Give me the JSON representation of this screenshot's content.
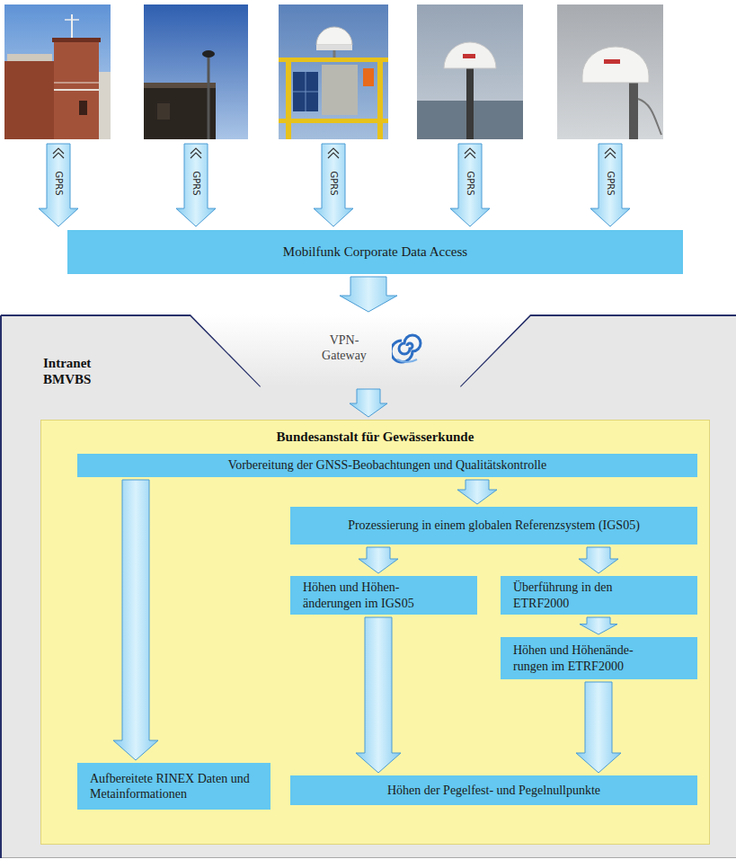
{
  "diagram": {
    "nodes": [
      {
        "text": [
          "Mobilfunk Corporate Data Access"
        ]
      },
      {
        "text": [
          "Intranet BMVBS"
        ]
      },
      {
        "text": [
          "VPN- Gateway"
        ],
        "in": 1
      },
      {
        "text": [
          "Bundesanstalt für Gewässerkunde"
        ],
        "in": 1
      },
      {
        "text": [
          "Vorbereitung der GNSS-Beobachtungen und Qualitätskontrolle"
        ],
        "in": 3
      },
      {
        "text": [
          "Prozessierung in einem globalen Referenzsystem (IGS05)"
        ],
        "in": 3
      },
      {
        "text": [
          "Höhen und Höhen- änderungen im IGS05"
        ],
        "in": 3
      },
      {
        "text": [
          "Überführung in den ETRF2000"
        ],
        "in": 3
      },
      {
        "text": [
          "Höhen und Höhenände- rungen im ETRF2000"
        ],
        "in": 3
      },
      {
        "text": [
          "Aufbereitete RINEX Daten und Metainformationen"
        ],
        "in": 3
      },
      {
        "text": [
          "Höhen der Pegelfest- und Pegelnullpunkte"
        ],
        "in": 3
      }
    ],
    "edges": [
      {
        "from": 0,
        "to": 2,
        "arrow": "to"
      },
      {
        "from": 2,
        "to": 3,
        "arrow": "to"
      },
      {
        "from": 4,
        "to": 9,
        "arrow": "to"
      },
      {
        "from": 4,
        "to": 5,
        "arrow": "to"
      },
      {
        "from": 5,
        "to": 6,
        "arrow": "to"
      },
      {
        "from": 5,
        "to": 7,
        "arrow": "to"
      },
      {
        "from": 6,
        "to": 10,
        "arrow": "to"
      },
      {
        "from": 7,
        "to": 8,
        "arrow": "to"
      },
      {
        "from": 8,
        "to": 10,
        "arrow": "to"
      }
    ],
    "labels": [
      "GPRS",
      "GPRS",
      "GPRS",
      "GPRS",
      "GPRS"
    ]
  }
}
